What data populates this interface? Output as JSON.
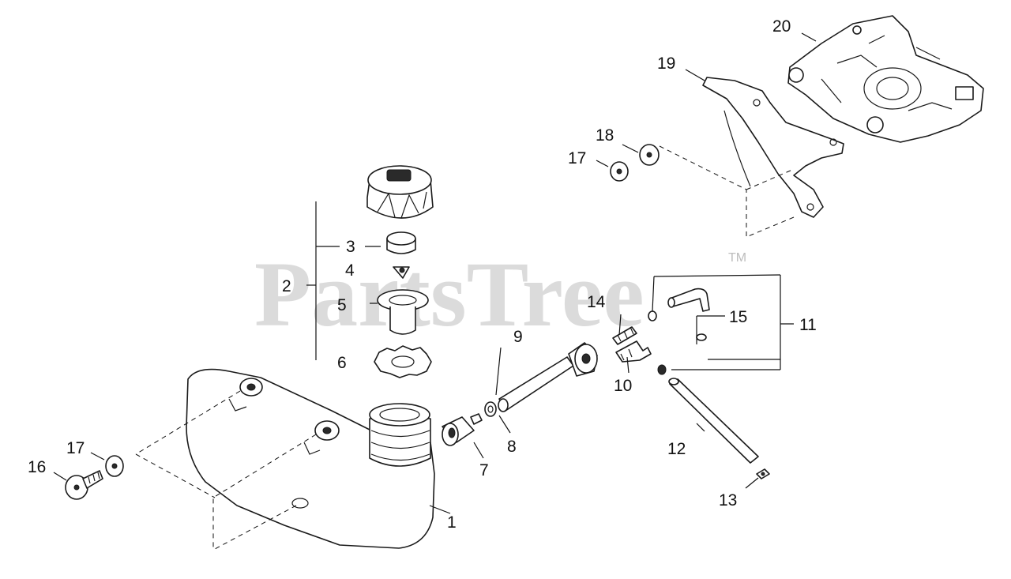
{
  "watermark": {
    "text": "PartsTree",
    "trademark": "TM"
  },
  "callouts": {
    "c1": "1",
    "c2": "2",
    "c3": "3",
    "c4": "4",
    "c5": "5",
    "c6": "6",
    "c7": "7",
    "c8": "8",
    "c9": "9",
    "c10": "10",
    "c11": "11",
    "c12": "12",
    "c13": "13",
    "c14": "14",
    "c15": "15",
    "c16": "16",
    "c17a": "17",
    "c17b": "17",
    "c18": "18",
    "c19": "19",
    "c20": "20"
  }
}
